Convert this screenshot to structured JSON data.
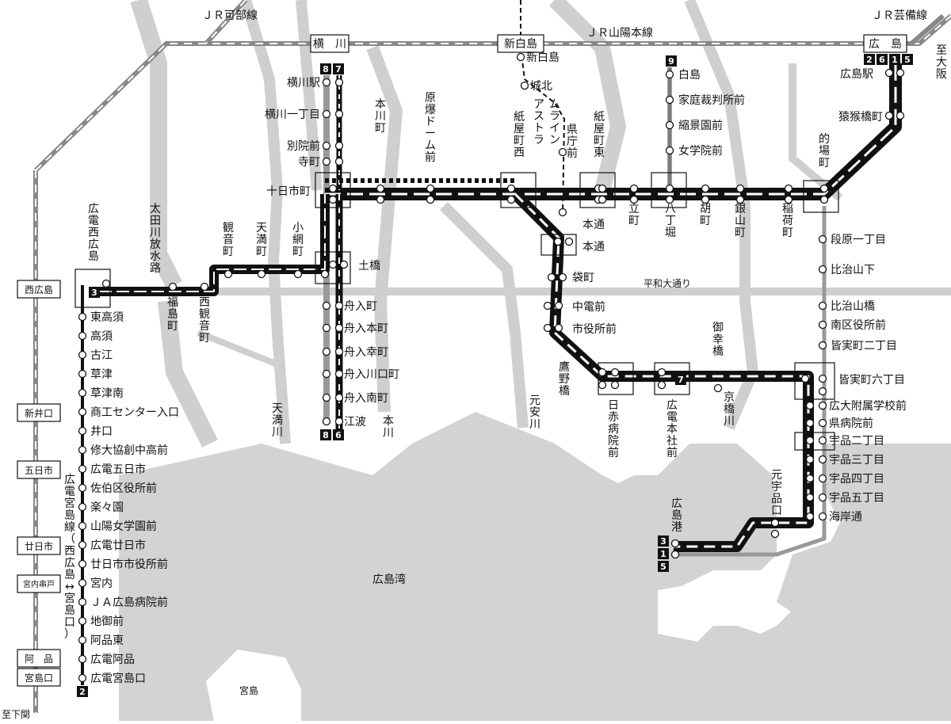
{
  "colors": {
    "background": "#ffffff",
    "land_gray": "#d3d3d3",
    "road_gray": "#c8c8c8",
    "rail_black": "#111111",
    "rail_gray": "#8a8a8a"
  },
  "jr_lines": {
    "kabe": "ＪＲ可部線",
    "sanyo": "ＪＲ山陽本線",
    "geibi": "ＪＲ芸備線",
    "to_osaka": "至大阪",
    "to_shimonoseki": "至下関"
  },
  "jr_stations": {
    "yokogawa": "横　川",
    "shinhakushima": "新白島",
    "hiroshima": "広　島",
    "nishihiroshima": "西広島",
    "shin_iguchi": "新井口",
    "itsukaichi": "五日市",
    "hatsukaichi": "廿日市",
    "miyauchikushido": "宮内串戸",
    "ajina": "阿　品",
    "miyajimaguchi": "宮島口"
  },
  "astram": {
    "label": "アストラムライン",
    "stations": [
      "新白島",
      "城北",
      "県庁前",
      "本通"
    ]
  },
  "route_badges": {
    "hiroshima_station": [
      "2",
      "6",
      "1",
      "5"
    ],
    "yokogawa": [
      "8",
      "7"
    ],
    "hakushima": [
      "9"
    ],
    "eba": [
      "8",
      "6"
    ],
    "nishi_hiroshima": [
      "3"
    ],
    "ujina_port": [
      "3",
      "1",
      "5"
    ],
    "hiroden_honsha": [
      "7"
    ],
    "miyajimaguchi": [
      "2"
    ]
  },
  "streets": {
    "heiwa_odori": "平和大通り",
    "ota_river_road": "太田川放水路"
  },
  "rivers": {
    "motoyasu": "元安川",
    "kyobashi": "京橋川",
    "tenma": "天満川",
    "honkawa": "本川"
  },
  "water": {
    "hiroshima_bay": "広島湾",
    "miyajima": "宮島"
  },
  "line_names": {
    "miyajima_line": "広電宮島線（西広島↔宮島口）"
  },
  "stations": {
    "yokogawa_line": [
      "横川駅",
      "横川一丁目",
      "別院前",
      "寺町"
    ],
    "main_horizontal": [
      "十日市町",
      "本川町",
      "原爆ドーム前",
      "紙屋町西",
      "紙屋町東",
      "本通",
      "立町",
      "八丁堀",
      "胡町",
      "銀山町",
      "稲荷町",
      "的場町"
    ],
    "hakushima_line": [
      "白島",
      "家庭裁判所前",
      "縮景園前",
      "女学院前"
    ],
    "hiroshima_station_line": [
      "広島駅",
      "猿猴橋町"
    ],
    "west_line": [
      "広電西広島",
      "福島町",
      "西観音町",
      "観音町",
      "天満町",
      "小網町",
      "土橋"
    ],
    "eba_line": [
      "舟入町",
      "舟入本町",
      "舟入幸町",
      "舟入川口町",
      "舟入南町",
      "江波"
    ],
    "ujina_west": [
      "本通",
      "袋町",
      "中電前",
      "市役所前",
      "鷹野橋",
      "日赤病院前",
      "広電本社前",
      "御幸橋"
    ],
    "ujina_east": [
      "段原一丁目",
      "比治山下",
      "比治山橋",
      "南区役所前",
      "皆実町二丁目",
      "皆実町六丁目",
      "広大附属学校前",
      "県病院前",
      "宇品二丁目",
      "宇品三丁目",
      "宇品四丁目",
      "宇品五丁目",
      "海岸通",
      "元宇品口",
      "広島港"
    ],
    "miyajima_line": [
      "東高須",
      "高須",
      "古江",
      "草津",
      "草津南",
      "商工センター入口",
      "井口",
      "修大協創中高前",
      "広電五日市",
      "佐伯区役所前",
      "楽々園",
      "山陽女学園前",
      "広電廿日市",
      "廿日市市役所前",
      "宮内",
      "ＪＡ広島病院前",
      "地御前",
      "阿品東",
      "広電阿品",
      "広電宮島口"
    ]
  }
}
